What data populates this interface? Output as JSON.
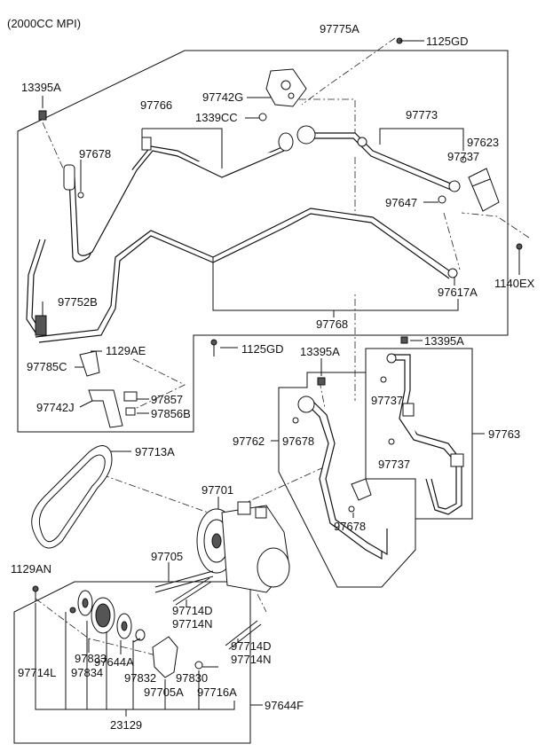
{
  "title": "(2000CC MPI)",
  "labels": {
    "l97775A": "97775A",
    "l1125GD_top": "1125GD",
    "l13395A_left": "13395A",
    "l97766": "97766",
    "l97742G": "97742G",
    "l1339CC": "1339CC",
    "l97773": "97773",
    "l97678_a": "97678",
    "l97623": "97623",
    "l97737_a": "97737",
    "l97647": "97647",
    "l1140EX": "1140EX",
    "l97617A": "97617A",
    "l97752B": "97752B",
    "l97768": "97768",
    "l1129AE": "1129AE",
    "l1125GD_mid": "1125GD",
    "l13395A_mid": "13395A",
    "l13395A_right": "13395A",
    "l97785C": "97785C",
    "l97857": "97857",
    "l97742J": "97742J",
    "l97856B": "97856B",
    "l97737_b": "97737",
    "l97762": "97762",
    "l97678_b": "97678",
    "l97763": "97763",
    "l97713A": "97713A",
    "l97737_c": "97737",
    "l97701": "97701",
    "l97678_c": "97678",
    "l97705": "97705",
    "l1129AN": "1129AN",
    "l97714D_a": "97714D",
    "l97714N_a": "97714N",
    "l97714D_b": "97714D",
    "l97714N_b": "97714N",
    "l97833": "97833",
    "l97714L": "97714L",
    "l97834": "97834",
    "l97644A": "97644A",
    "l97832": "97832",
    "l97830": "97830",
    "l97705A": "97705A",
    "l97716A": "97716A",
    "l97644F": "97644F",
    "l23129": "23129"
  }
}
